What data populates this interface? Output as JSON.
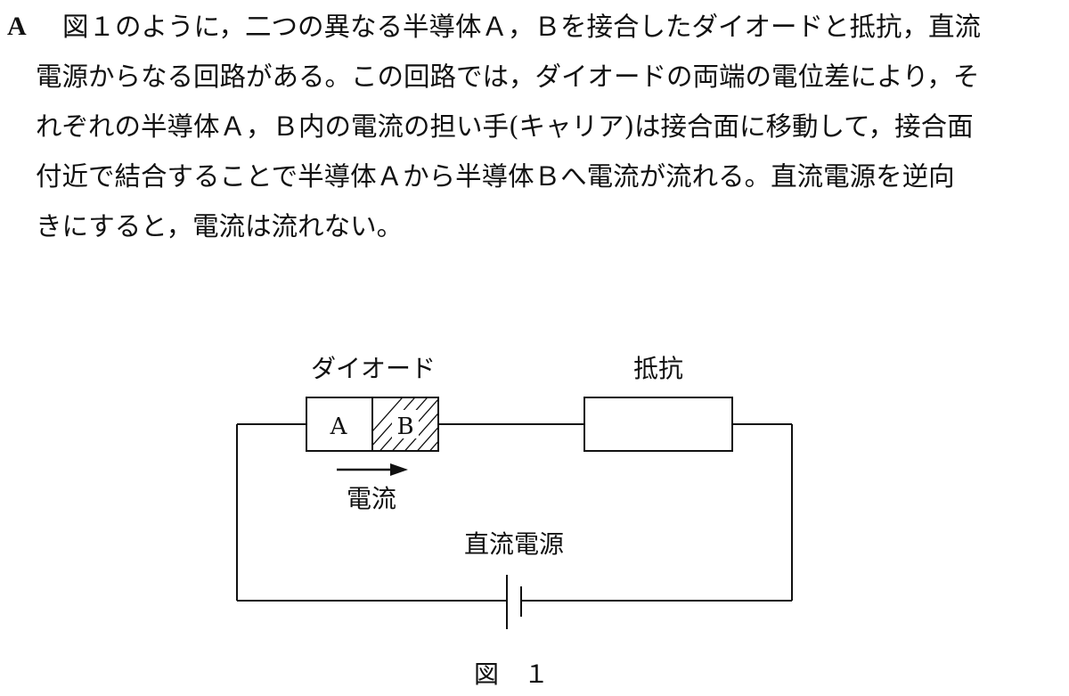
{
  "problem": {
    "label": "A",
    "lines": [
      "図１のように，二つの異なる半導体Ａ，Ｂを接合したダイオードと抵抗，直流",
      "電源からなる回路がある。この回路では，ダイオードの両端の電位差により，そ",
      "れぞれの半導体Ａ，Ｂ内の電流の担い手(キャリア)は接合面に移動して，接合面",
      "付近で結合することで半導体Ａから半導体Ｂへ電流が流れる。直流電源を逆向",
      "きにすると，電流は流れない。"
    ]
  },
  "figure": {
    "diode_label": "ダイオード",
    "resistor_label": "抵抗",
    "semiconductor_a": "A",
    "semiconductor_b": "B",
    "current_label": "電流",
    "power_source_label": "直流電源",
    "caption": "図　１"
  }
}
